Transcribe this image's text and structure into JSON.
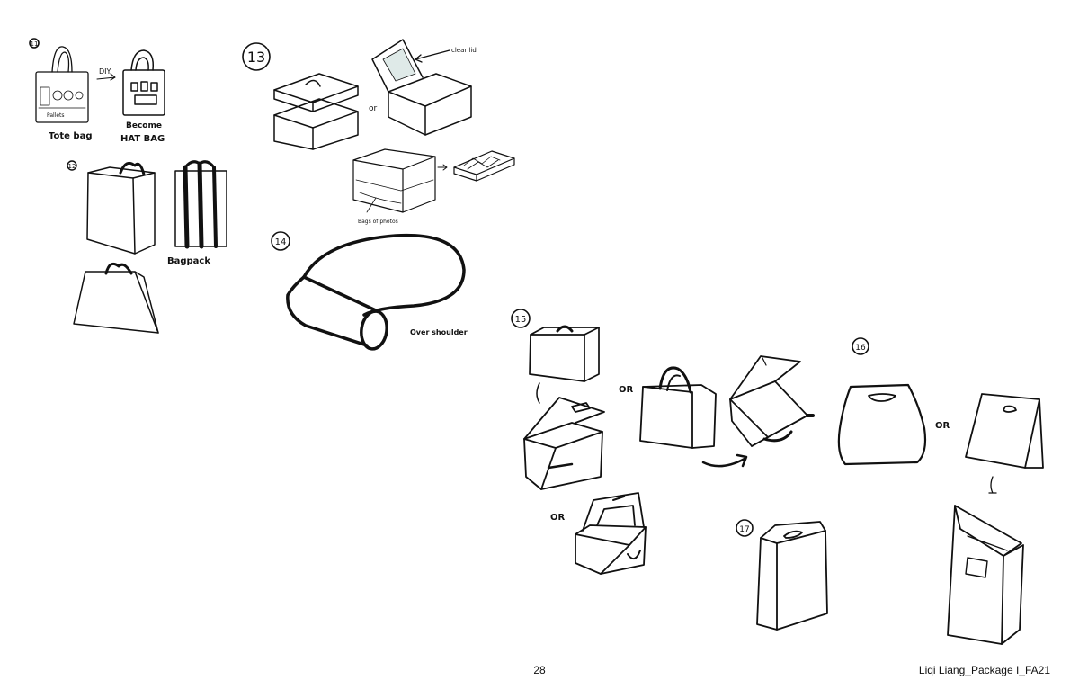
{
  "sketches": {
    "n11": {
      "number": "11",
      "diy": "DIY",
      "tote": "Tote bag",
      "become": "Become",
      "hatbag": "HAT BAG",
      "bag_print": "Pallets"
    },
    "n12": {
      "number": "12",
      "bagpack": "Bagpack"
    },
    "n13": {
      "number": "13",
      "clear_lid": "clear lid",
      "or": "or",
      "bags": "Bags of photos"
    },
    "n14": {
      "number": "14",
      "strap": "Over shoulder"
    },
    "n15": {
      "number": "15",
      "or_a": "OR",
      "or_b": "OR"
    },
    "n16": {
      "number": "16",
      "or": "OR"
    },
    "n17": {
      "number": "17"
    }
  },
  "footer": {
    "page_number": "28",
    "credit": "Liqi Liang_Package I_FA21"
  }
}
